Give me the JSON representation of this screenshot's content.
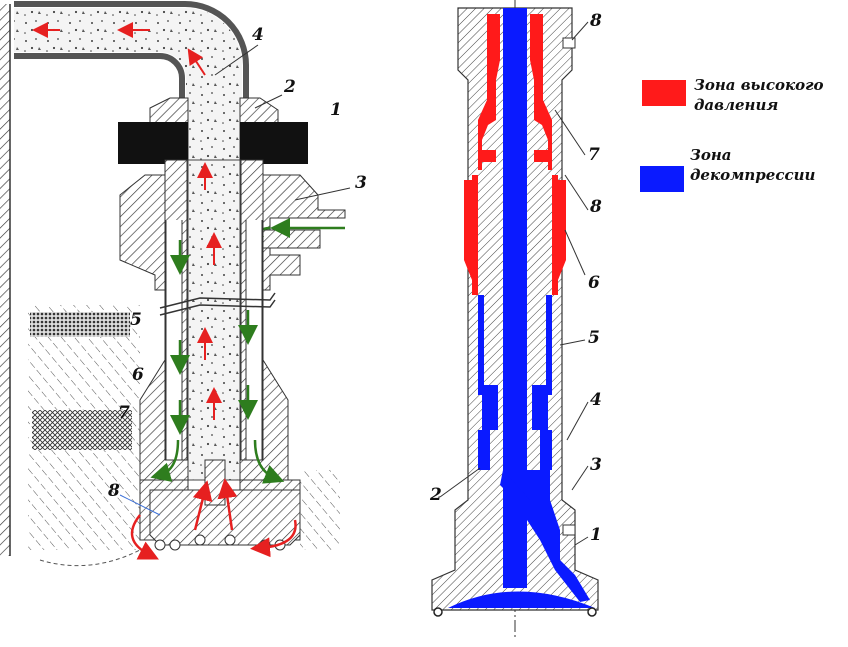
{
  "left_diagram": {
    "labels": [
      "1",
      "2",
      "3",
      "4",
      "5",
      "6",
      "7",
      "8"
    ]
  },
  "right_diagram": {
    "labels": [
      "8",
      "7",
      "8",
      "6",
      "5",
      "4",
      "3",
      "2",
      "1"
    ]
  },
  "legend": {
    "high_pressure": {
      "line1": "Зона высокого",
      "line2": "давления",
      "color": "#ff1a1a"
    },
    "decompression": {
      "line1": "Зона",
      "line2": "декомпрессии",
      "color": "#0a1aff"
    }
  },
  "colors": {
    "hatch": "#333333",
    "flow_up": "#e62020",
    "flow_down": "#2e7d1e"
  }
}
